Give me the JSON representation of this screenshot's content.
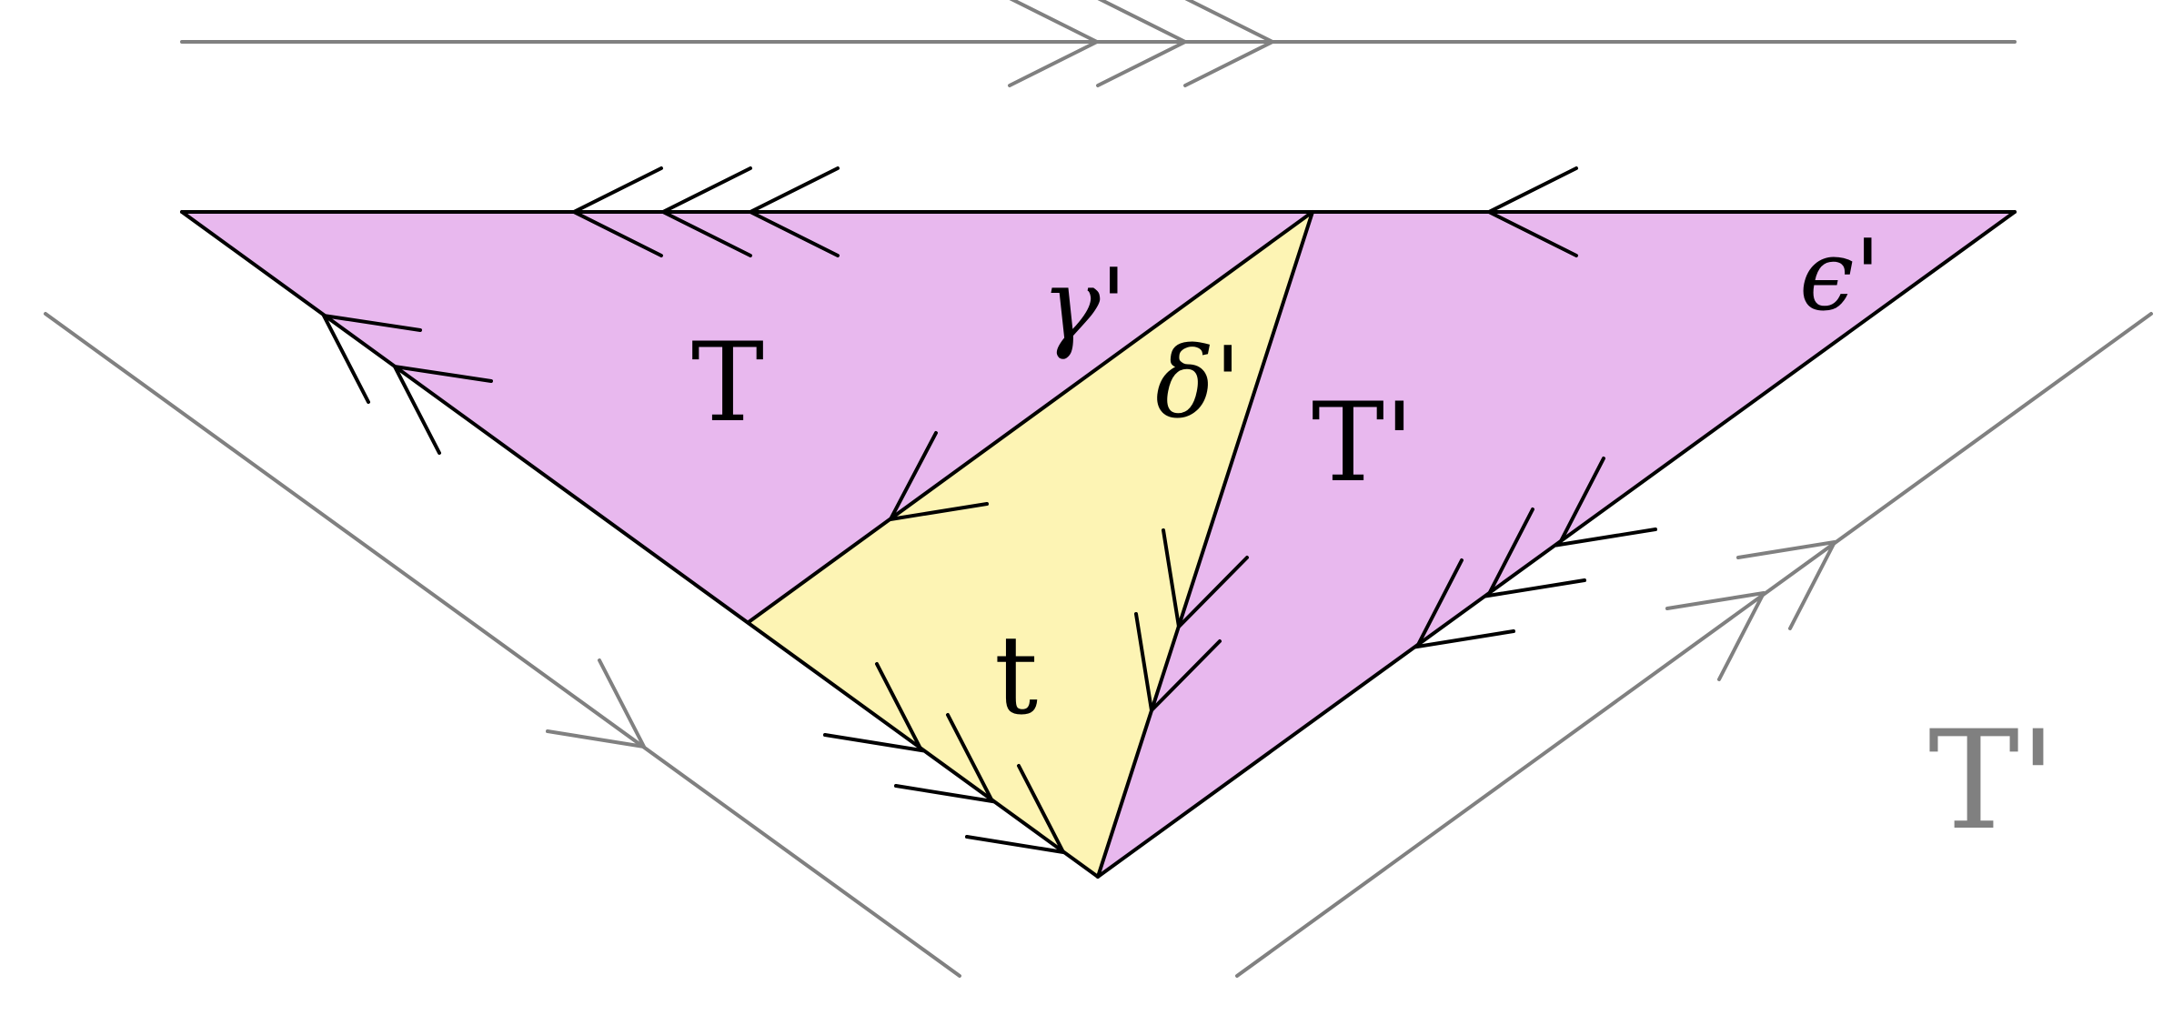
{
  "colors": {
    "background": "#ffffff",
    "region_T_fill": "#e8b8ee",
    "region_t_fill": "#fdf4b4",
    "edge": "#000000",
    "guide": "#808080"
  },
  "labels": {
    "gamma": "γ'",
    "delta": "δ'",
    "epsilon": "ϵ'",
    "T": "T",
    "T_prime": "T'",
    "t": "t",
    "T_prime_outer": "T'"
  }
}
